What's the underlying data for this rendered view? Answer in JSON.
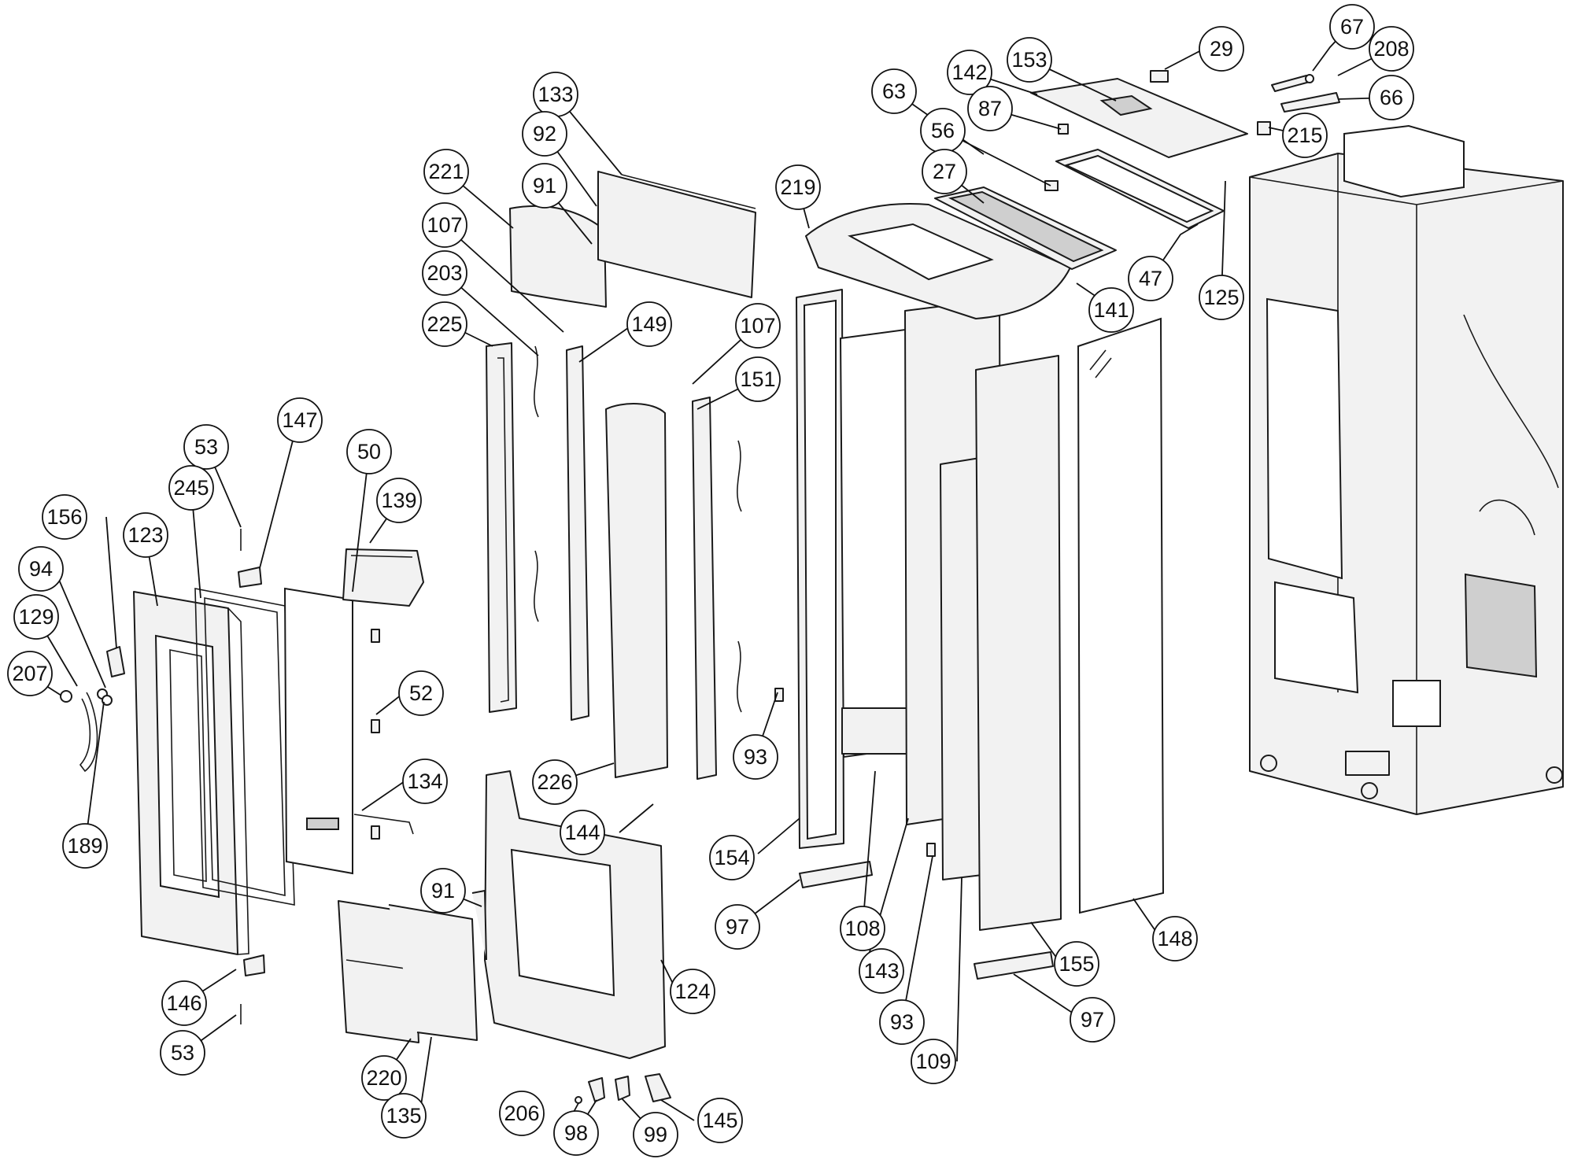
{
  "callouts": [
    {
      "id": "c-67",
      "label": "67"
    },
    {
      "id": "c-208",
      "label": "208"
    },
    {
      "id": "c-29",
      "label": "29"
    },
    {
      "id": "c-153",
      "label": "153"
    },
    {
      "id": "c-142",
      "label": "142"
    },
    {
      "id": "c-66",
      "label": "66"
    },
    {
      "id": "c-87",
      "label": "87"
    },
    {
      "id": "c-215",
      "label": "215"
    },
    {
      "id": "c-63",
      "label": "63"
    },
    {
      "id": "c-133",
      "label": "133"
    },
    {
      "id": "c-56",
      "label": "56"
    },
    {
      "id": "c-92",
      "label": "92"
    },
    {
      "id": "c-27",
      "label": "27"
    },
    {
      "id": "c-221",
      "label": "221"
    },
    {
      "id": "c-91a",
      "label": "91"
    },
    {
      "id": "c-219",
      "label": "219"
    },
    {
      "id": "c-47",
      "label": "47"
    },
    {
      "id": "c-107a",
      "label": "107"
    },
    {
      "id": "c-125",
      "label": "125"
    },
    {
      "id": "c-141",
      "label": "141"
    },
    {
      "id": "c-203",
      "label": "203"
    },
    {
      "id": "c-225",
      "label": "225"
    },
    {
      "id": "c-149",
      "label": "149"
    },
    {
      "id": "c-107b",
      "label": "107"
    },
    {
      "id": "c-151",
      "label": "151"
    },
    {
      "id": "c-147",
      "label": "147"
    },
    {
      "id": "c-53a",
      "label": "53"
    },
    {
      "id": "c-50",
      "label": "50"
    },
    {
      "id": "c-139",
      "label": "139"
    },
    {
      "id": "c-245",
      "label": "245"
    },
    {
      "id": "c-156",
      "label": "156"
    },
    {
      "id": "c-123",
      "label": "123"
    },
    {
      "id": "c-94",
      "label": "94"
    },
    {
      "id": "c-129",
      "label": "129"
    },
    {
      "id": "c-207",
      "label": "207"
    },
    {
      "id": "c-52",
      "label": "52"
    },
    {
      "id": "c-93a",
      "label": "93"
    },
    {
      "id": "c-226",
      "label": "226"
    },
    {
      "id": "c-134",
      "label": "134"
    },
    {
      "id": "c-144",
      "label": "144"
    },
    {
      "id": "c-189",
      "label": "189"
    },
    {
      "id": "c-154",
      "label": "154"
    },
    {
      "id": "c-91b",
      "label": "91"
    },
    {
      "id": "c-97a",
      "label": "97"
    },
    {
      "id": "c-108",
      "label": "108"
    },
    {
      "id": "c-148",
      "label": "148"
    },
    {
      "id": "c-155",
      "label": "155"
    },
    {
      "id": "c-143",
      "label": "143"
    },
    {
      "id": "c-124",
      "label": "124"
    },
    {
      "id": "c-146",
      "label": "146"
    },
    {
      "id": "c-93b",
      "label": "93"
    },
    {
      "id": "c-97b",
      "label": "97"
    },
    {
      "id": "c-53b",
      "label": "53"
    },
    {
      "id": "c-109",
      "label": "109"
    },
    {
      "id": "c-220",
      "label": "220"
    },
    {
      "id": "c-135",
      "label": "135"
    },
    {
      "id": "c-206",
      "label": "206"
    },
    {
      "id": "c-145",
      "label": "145"
    },
    {
      "id": "c-98",
      "label": "98"
    },
    {
      "id": "c-99",
      "label": "99"
    }
  ]
}
